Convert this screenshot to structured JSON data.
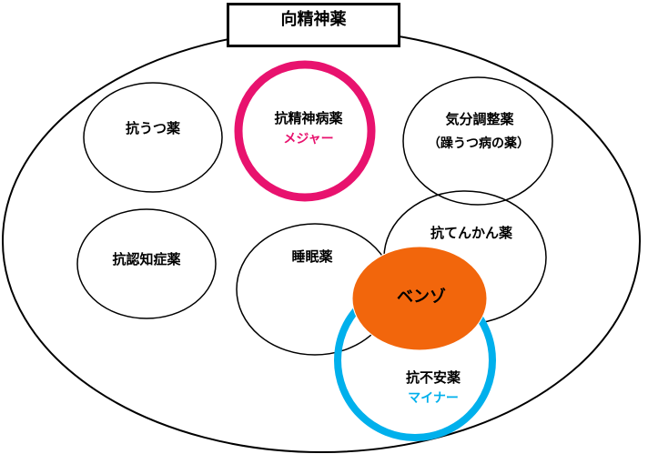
{
  "title": "向精神薬",
  "nodes": {
    "antidepressant": {
      "label": "抗うつ薬"
    },
    "antipsychotic": {
      "label": "抗精神病薬",
      "sub": "メジャー"
    },
    "mood_stabilizer": {
      "label": "気分調整薬",
      "sub": "（躁うつ病の薬）"
    },
    "antidementia": {
      "label": "抗認知症薬"
    },
    "hypnotic": {
      "label": "睡眠薬"
    },
    "antiepileptic": {
      "label": "抗てんかん薬"
    },
    "benzo": {
      "label": "ベンゾ"
    },
    "anxiolytic": {
      "label": "抗不安薬",
      "sub": "マイナー"
    }
  },
  "colors": {
    "major": "#e8126e",
    "minor": "#00b0ec",
    "benzo": "#f2660c",
    "line": "#000000"
  }
}
